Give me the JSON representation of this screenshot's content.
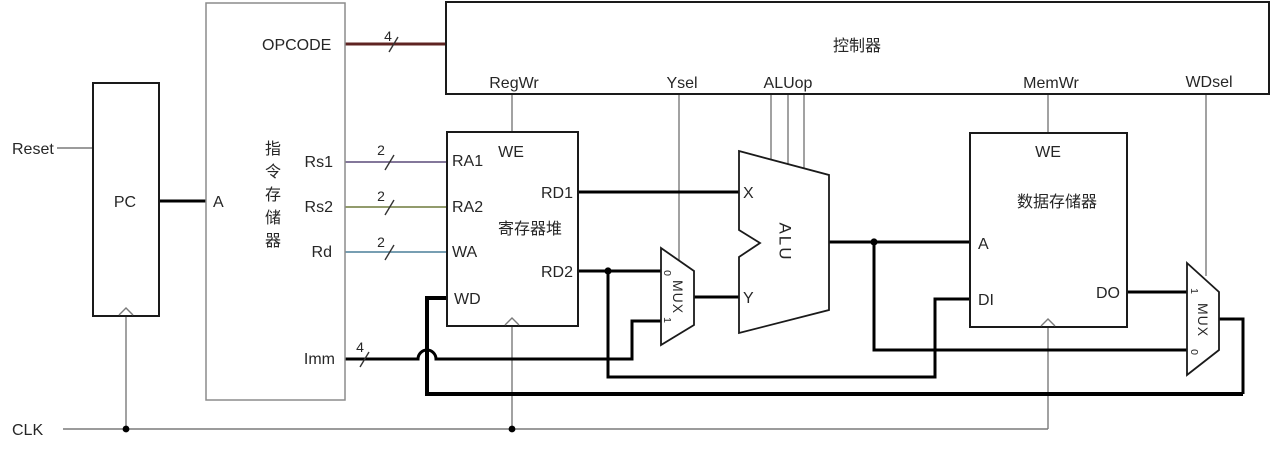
{
  "labels": {
    "reset": "Reset",
    "clk": "CLK",
    "pc": "PC",
    "instr_mem": {
      "title": "指令存储器",
      "port_a": "A",
      "opcode": "OPCODE",
      "rs1": "Rs1",
      "rs2": "Rs2",
      "rd": "Rd",
      "imm": "Imm"
    },
    "controller": {
      "title": "控制器",
      "regwr": "RegWr",
      "ysel": "Ysel",
      "aluop": "ALUop",
      "memwr": "MemWr",
      "wdsel": "WDsel"
    },
    "regfile": {
      "title": "寄存器堆",
      "we": "WE",
      "ra1": "RA1",
      "ra2": "RA2",
      "wa": "WA",
      "wd": "WD",
      "rd1": "RD1",
      "rd2": "RD2"
    },
    "alu": {
      "title": "ALU",
      "x": "X",
      "y": "Y"
    },
    "mux_y": {
      "title": "MUX",
      "in0": "0",
      "in1": "1"
    },
    "datamem": {
      "title": "数据存储器",
      "we": "WE",
      "a": "A",
      "di": "DI",
      "do": "DO"
    },
    "mux_wd": {
      "title": "MUX",
      "in0": "0",
      "in1": "1"
    },
    "bus_widths": {
      "opcode": "4",
      "rs1": "2",
      "rs2": "2",
      "rd": "2",
      "imm": "4"
    }
  },
  "colors": {
    "opcode_label": "#7c4a42",
    "opcode_wire": "#5f2422",
    "rs1_label": "#9c9e4e",
    "rs1_wire": "#5a4a78",
    "rs2_label": "#4b92c6",
    "rs2_wire": "#6e7a3c",
    "rd_label": "#a09ace",
    "rd_wire": "#4a7e98",
    "imm_label": "#1f3a63",
    "control_wire": "#7a7a7a",
    "data_wire": "#000000",
    "box_stroke": "#1a1a1a"
  }
}
